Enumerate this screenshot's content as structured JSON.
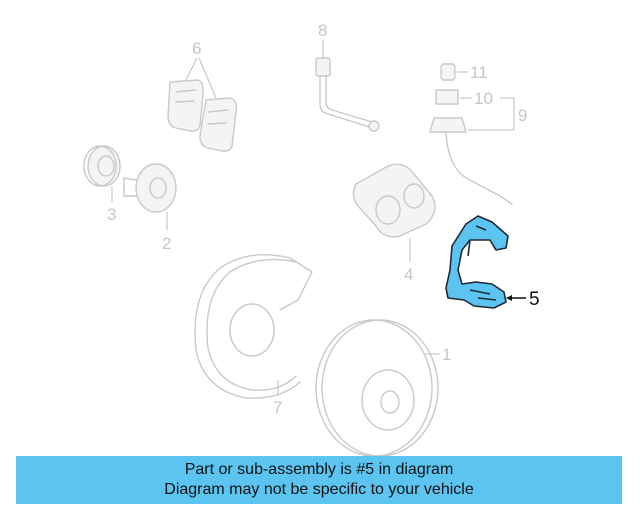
{
  "diagram": {
    "callouts": [
      {
        "id": "1",
        "label": "1"
      },
      {
        "id": "2",
        "label": "2"
      },
      {
        "id": "3",
        "label": "3"
      },
      {
        "id": "4",
        "label": "4"
      },
      {
        "id": "5",
        "label": "5"
      },
      {
        "id": "6",
        "label": "6"
      },
      {
        "id": "7",
        "label": "7"
      },
      {
        "id": "8",
        "label": "8"
      },
      {
        "id": "9",
        "label": "9"
      },
      {
        "id": "10",
        "label": "10"
      },
      {
        "id": "11",
        "label": "11"
      }
    ],
    "highlighted_part": "5",
    "colors": {
      "highlight": "#5bc4f1",
      "banner": "#5bc4f1",
      "ghost_line": "#c9c9c9",
      "active_text": "#111111"
    }
  },
  "banner": {
    "line1": "Part or sub-assembly is #5 in diagram",
    "line2": "Diagram may not be specific to your vehicle"
  }
}
